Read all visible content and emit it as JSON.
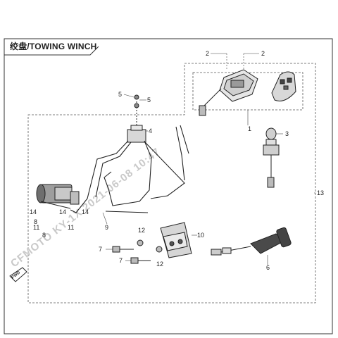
{
  "title": "绞盘/TOWING WINCH",
  "watermark": "CFMOTO KY-1X 2021-06-08 10:47",
  "fwd_label": "FWD",
  "callouts": [
    "1",
    "2",
    "2",
    "3",
    "4",
    "5",
    "5",
    "6",
    "7",
    "7",
    "8",
    "8",
    "9",
    "10",
    "11",
    "11",
    "12",
    "12",
    "13",
    "14",
    "14",
    "14"
  ]
}
